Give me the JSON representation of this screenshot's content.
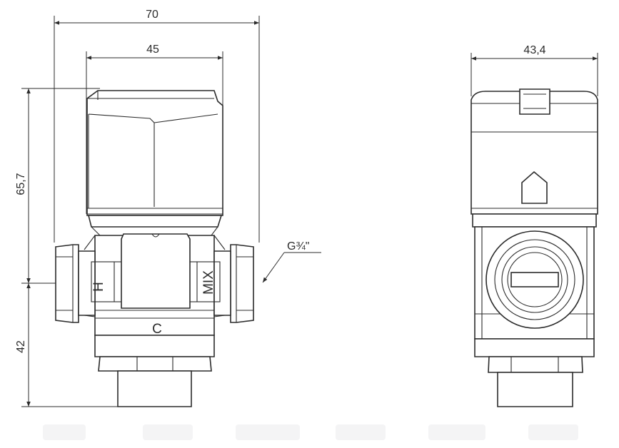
{
  "dimensions": {
    "overall_width": "70",
    "body_width": "45",
    "side_width": "43,4",
    "upper_height": "65,7",
    "lower_height": "42",
    "thread": "G¾\""
  },
  "ports": {
    "hot": "H",
    "mix": "MIX",
    "cold": "C"
  }
}
